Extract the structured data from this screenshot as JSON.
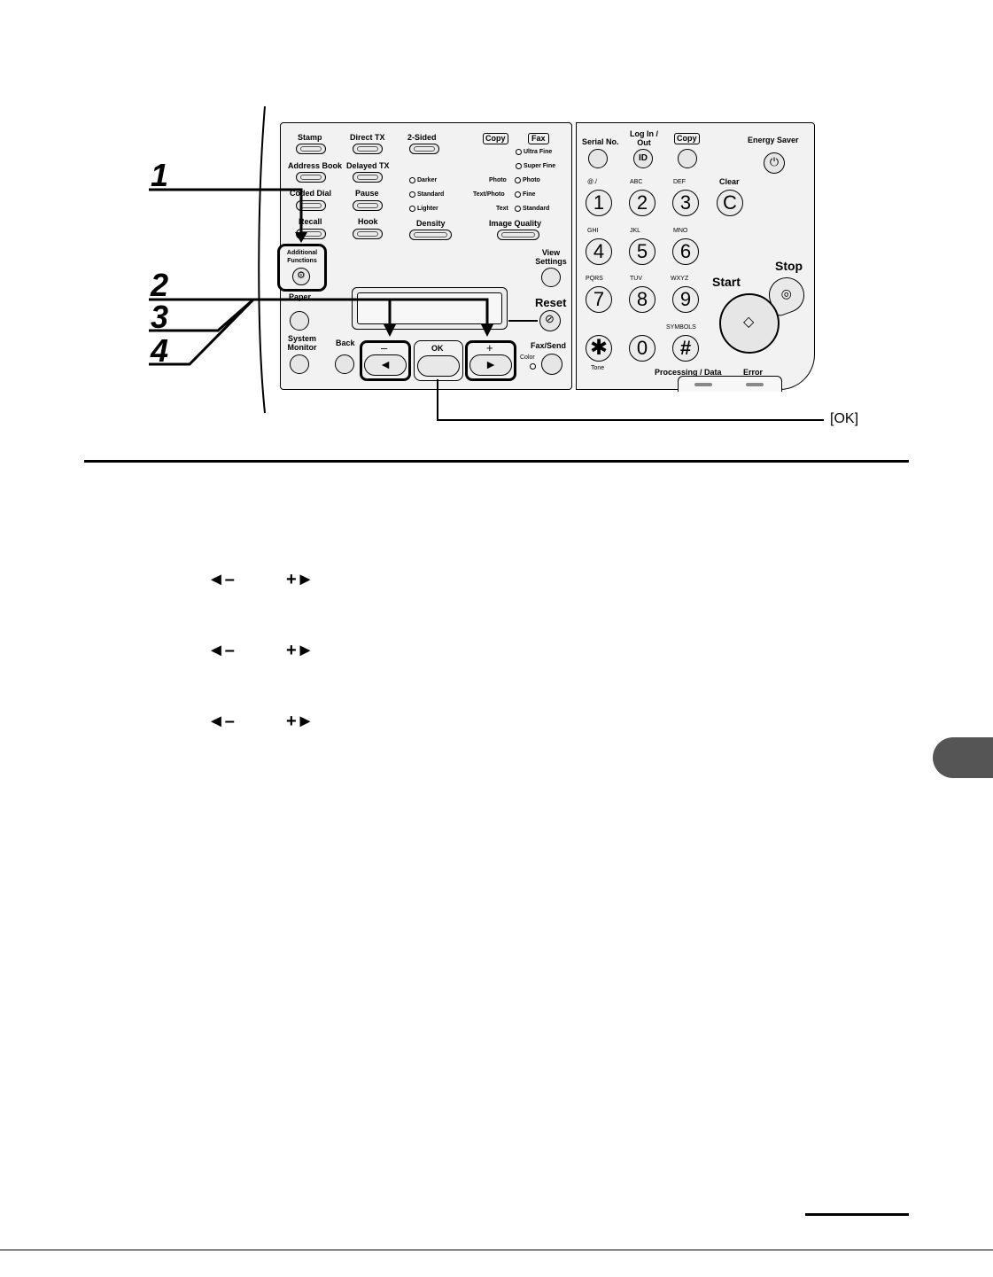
{
  "panel_left": {
    "stamp": "Stamp",
    "direct_tx": "Direct TX",
    "two_sided": "2-Sided",
    "copy_tag": "Copy",
    "fax_tag": "Fax",
    "ultra_fine": "Ultra Fine",
    "super_fine": "Super Fine",
    "address_book": "Address Book",
    "delayed_tx": "Delayed TX",
    "darker": "Darker",
    "standard": "Standard",
    "lighter": "Lighter",
    "photo": "Photo",
    "text_photo": "Text/Photo",
    "text": "Text",
    "photo_r": "Photo",
    "fine": "Fine",
    "standard_r": "Standard",
    "coded_dial": "Coded Dial",
    "pause": "Pause",
    "recall": "Recall",
    "hook": "Hook",
    "density": "Density",
    "image_quality": "Image Quality",
    "additional_functions": "Additional Functions",
    "view_settings": "View Settings",
    "paper": "Paper",
    "reset": "Reset",
    "system_monitor": "System Monitor",
    "back": "Back",
    "minus": "–",
    "ok": "OK",
    "plus": "+",
    "fax_send": "Fax/Send",
    "color": "Color"
  },
  "panel_right": {
    "serial_no": "Serial No.",
    "log_in_out": "Log In / Out",
    "id": "ID",
    "copy": "Copy",
    "energy_saver": "Energy Saver",
    "sub_1": "@./",
    "sub_2": "ABC",
    "sub_3": "DEF",
    "clear": "Clear",
    "clear_key": "C",
    "sub_4": "GHI",
    "sub_5": "JKL",
    "sub_6": "MNO",
    "sub_7": "PQRS",
    "sub_8": "TUV",
    "sub_9": "WXYZ",
    "symbols": "SYMBOLS",
    "start": "Start",
    "stop": "Stop",
    "tone": "Tone",
    "processing_data": "Processing / Data",
    "error": "Error",
    "keys": [
      "1",
      "2",
      "3",
      "4",
      "5",
      "6",
      "7",
      "8",
      "9",
      "0"
    ]
  },
  "callouts": {
    "step1": "1",
    "step2": "2",
    "step3": "3",
    "step4": "4",
    "ok_callout": "[OK]"
  },
  "instructions": {
    "left_minus": "◄–",
    "plus_right": "+►"
  }
}
